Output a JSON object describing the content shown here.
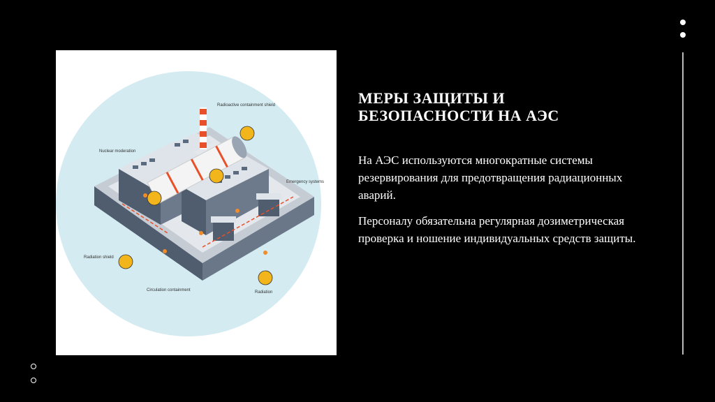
{
  "slide": {
    "title": "МЕРЫ ЗАЩИТЫ И БЕЗОПАСНОСТИ НА АЭС",
    "paragraphs": [
      "На АЭС используются многократные системы резервирования для предотвращения радиационных аварий.",
      "Персоналу обязательна регулярная дозиметрическая проверка и ношение индивидуальных средств защиты."
    ]
  },
  "illustration": {
    "labels": {
      "containment": "Radioactive containment shield",
      "nuclear": "Nuclear moderation",
      "emergency": "Emergency systems",
      "radiation_shield": "Radiation shield",
      "circulation": "Circulation containment",
      "radiation": "Radiation"
    },
    "colors": {
      "circle": "#d3ebf1",
      "building": "#4f5d6f",
      "accent": "#e8502a",
      "badge": "#f2b51c"
    }
  }
}
